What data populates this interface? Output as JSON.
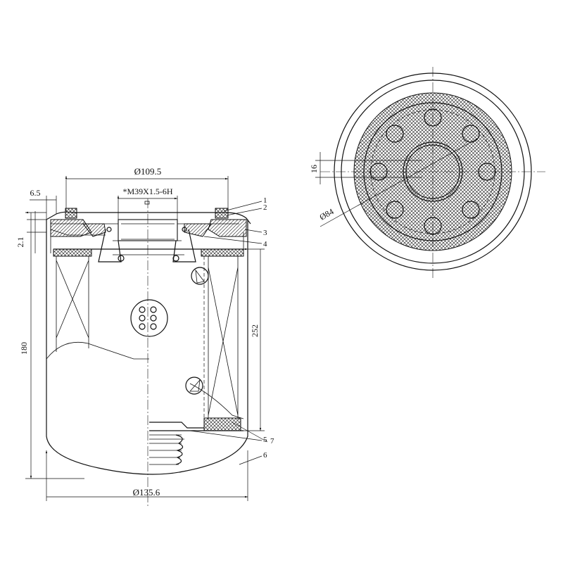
{
  "dimensions": {
    "d_109_5": "Ø109.5",
    "d_6_5": "6.5",
    "thread": "*M39X1.5-6H",
    "d_2_1": "2.1",
    "d_180": "180",
    "d_252": "252",
    "d_135_6": "Ø135.6",
    "d_16": "16",
    "d_84": "Ø84"
  },
  "callouts": [
    "1",
    "2",
    "3",
    "4",
    "5",
    "7",
    "6"
  ]
}
